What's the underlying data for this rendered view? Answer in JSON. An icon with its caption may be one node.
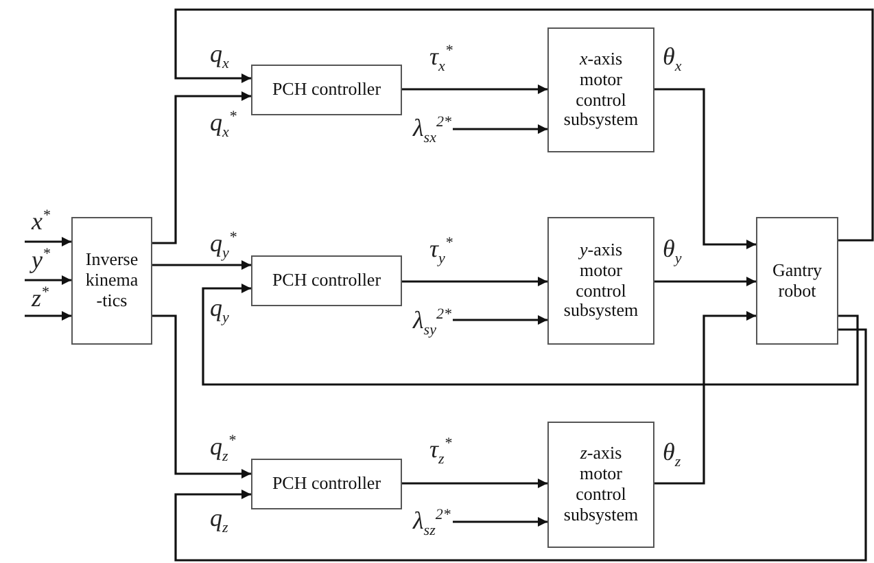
{
  "diagram": {
    "nodes": [
      {
        "text": [
          "Inverse kinema -tics"
        ]
      },
      {
        "text": [
          "PCH controller"
        ]
      },
      {
        "text": [
          "*x*-axis motor control subsystem"
        ]
      },
      {
        "text": [
          "PCH controller"
        ]
      },
      {
        "text": [
          "*y*-axis motor control subsystem"
        ]
      },
      {
        "text": [
          "Gantry robot"
        ]
      },
      {
        "text": [
          "PCH controller"
        ]
      },
      {
        "text": [
          "*z*-axis motor control subsystem"
        ]
      }
    ],
    "edges": [
      {
        "from": null,
        "to": 0,
        "arrow": "to",
        "label": "x$^{*}$"
      },
      {
        "from": null,
        "to": 0,
        "arrow": "to",
        "label": "y$^{*}$"
      },
      {
        "from": null,
        "to": 0,
        "arrow": "to",
        "label": "z$^{*}$"
      },
      {
        "from": 0,
        "to": 1,
        "arrow": "to",
        "label": "q$_{x}$$^{*}$"
      },
      {
        "from": 0,
        "to": 3,
        "arrow": "to",
        "label": "q$_{y}$$^{*}$"
      },
      {
        "from": 0,
        "to": 6,
        "arrow": "to",
        "label": "q$_{z}$$^{*}$"
      },
      {
        "from": 5,
        "to": 1,
        "arrow": "to",
        "label": "q$_{x}$"
      },
      {
        "from": 5,
        "to": 3,
        "arrow": "to",
        "label": "q$_{y}$"
      },
      {
        "from": 5,
        "to": 6,
        "arrow": "to",
        "label": "q$_{z}$"
      },
      {
        "from": 1,
        "to": 2,
        "arrow": "to",
        "label": "τ$_{x}$$^{*}$"
      },
      {
        "from": null,
        "to": 2,
        "arrow": "to",
        "label": "λ$_{sx}$$^{2*}$"
      },
      {
        "from": 3,
        "to": 4,
        "arrow": "to",
        "label": "τ$_{y}$$^{*}$"
      },
      {
        "from": null,
        "to": 4,
        "arrow": "to",
        "label": "λ$_{sy}$$^{2*}$"
      },
      {
        "from": 6,
        "to": 7,
        "arrow": "to",
        "label": "τ$_{z}$$^{*}$"
      },
      {
        "from": null,
        "to": 7,
        "arrow": "to",
        "label": "λ$_{sz}$$^{2*}$"
      },
      {
        "from": 2,
        "to": 5,
        "arrow": "to",
        "label": "θ$_{x}$"
      },
      {
        "from": 4,
        "to": 5,
        "arrow": "to",
        "label": "θ$_{y}$"
      },
      {
        "from": 7,
        "to": 5,
        "arrow": "to",
        "label": "θ$_{z}$"
      }
    ]
  }
}
